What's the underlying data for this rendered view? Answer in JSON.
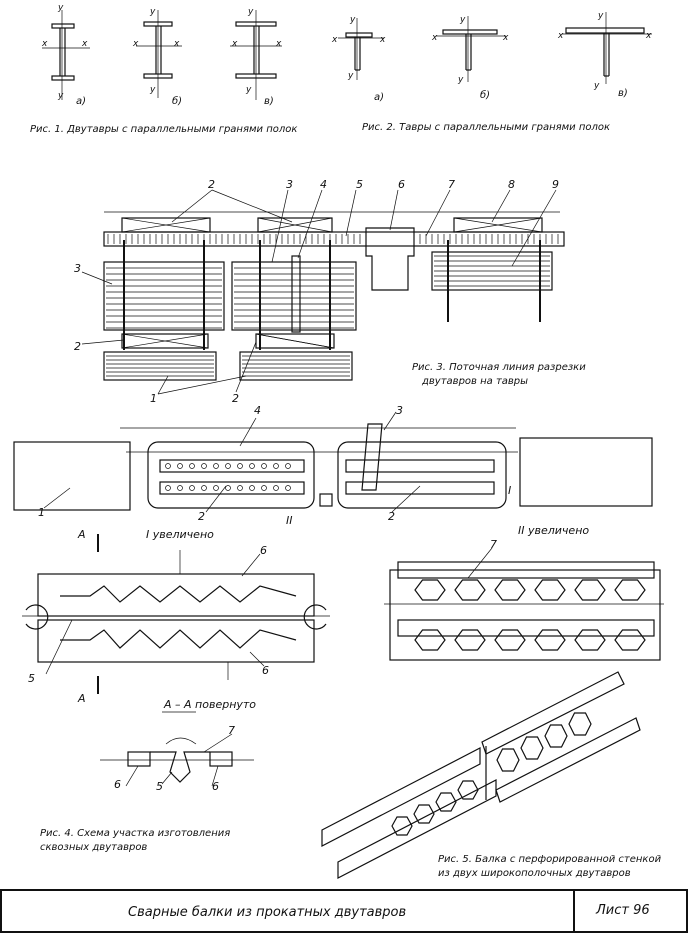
{
  "fig1": {
    "caption": "Рис. 1. Двутавры с параллельными гранями полок",
    "axis_x": "x",
    "axis_y": "y",
    "variants": [
      "а)",
      "б)",
      "в)"
    ]
  },
  "fig2": {
    "caption": "Рис. 2. Тавры с параллельными гранями полок",
    "axis_x": "x",
    "axis_y": "y",
    "variants": [
      "а)",
      "б)",
      "в)"
    ]
  },
  "fig3": {
    "caption_line1": "Рис. 3. Поточная линия разрезки",
    "caption_line2": "двутавров на тавры",
    "callouts": [
      "2",
      "3",
      "4",
      "5",
      "6",
      "7",
      "8",
      "9",
      "3",
      "2",
      "1",
      "2"
    ]
  },
  "fig4": {
    "callouts": [
      "4",
      "3",
      "1",
      "2",
      "2"
    ],
    "roman_one": "I",
    "roman_two": "II",
    "zoom1": "I увеличено",
    "zoom2": "II увеличено",
    "section_marker": "A",
    "section_title": "A – A повернуто",
    "zoom1_callouts": [
      "6",
      "5",
      "6"
    ],
    "zoom2_callouts": [
      "7"
    ],
    "section_callouts": [
      "7",
      "6",
      "5",
      "6"
    ],
    "caption_line1": "Рис. 4. Схема участка изготовления",
    "caption_line2": "сквозных двутавров"
  },
  "fig5": {
    "caption_line1": "Рис. 5. Балка с перфорированной стенкой",
    "caption_line2": "из двух широкополочных двутавров"
  },
  "title_block": {
    "title": "Сварные балки из прокатных двутавров",
    "sheet": "Лист 96"
  }
}
